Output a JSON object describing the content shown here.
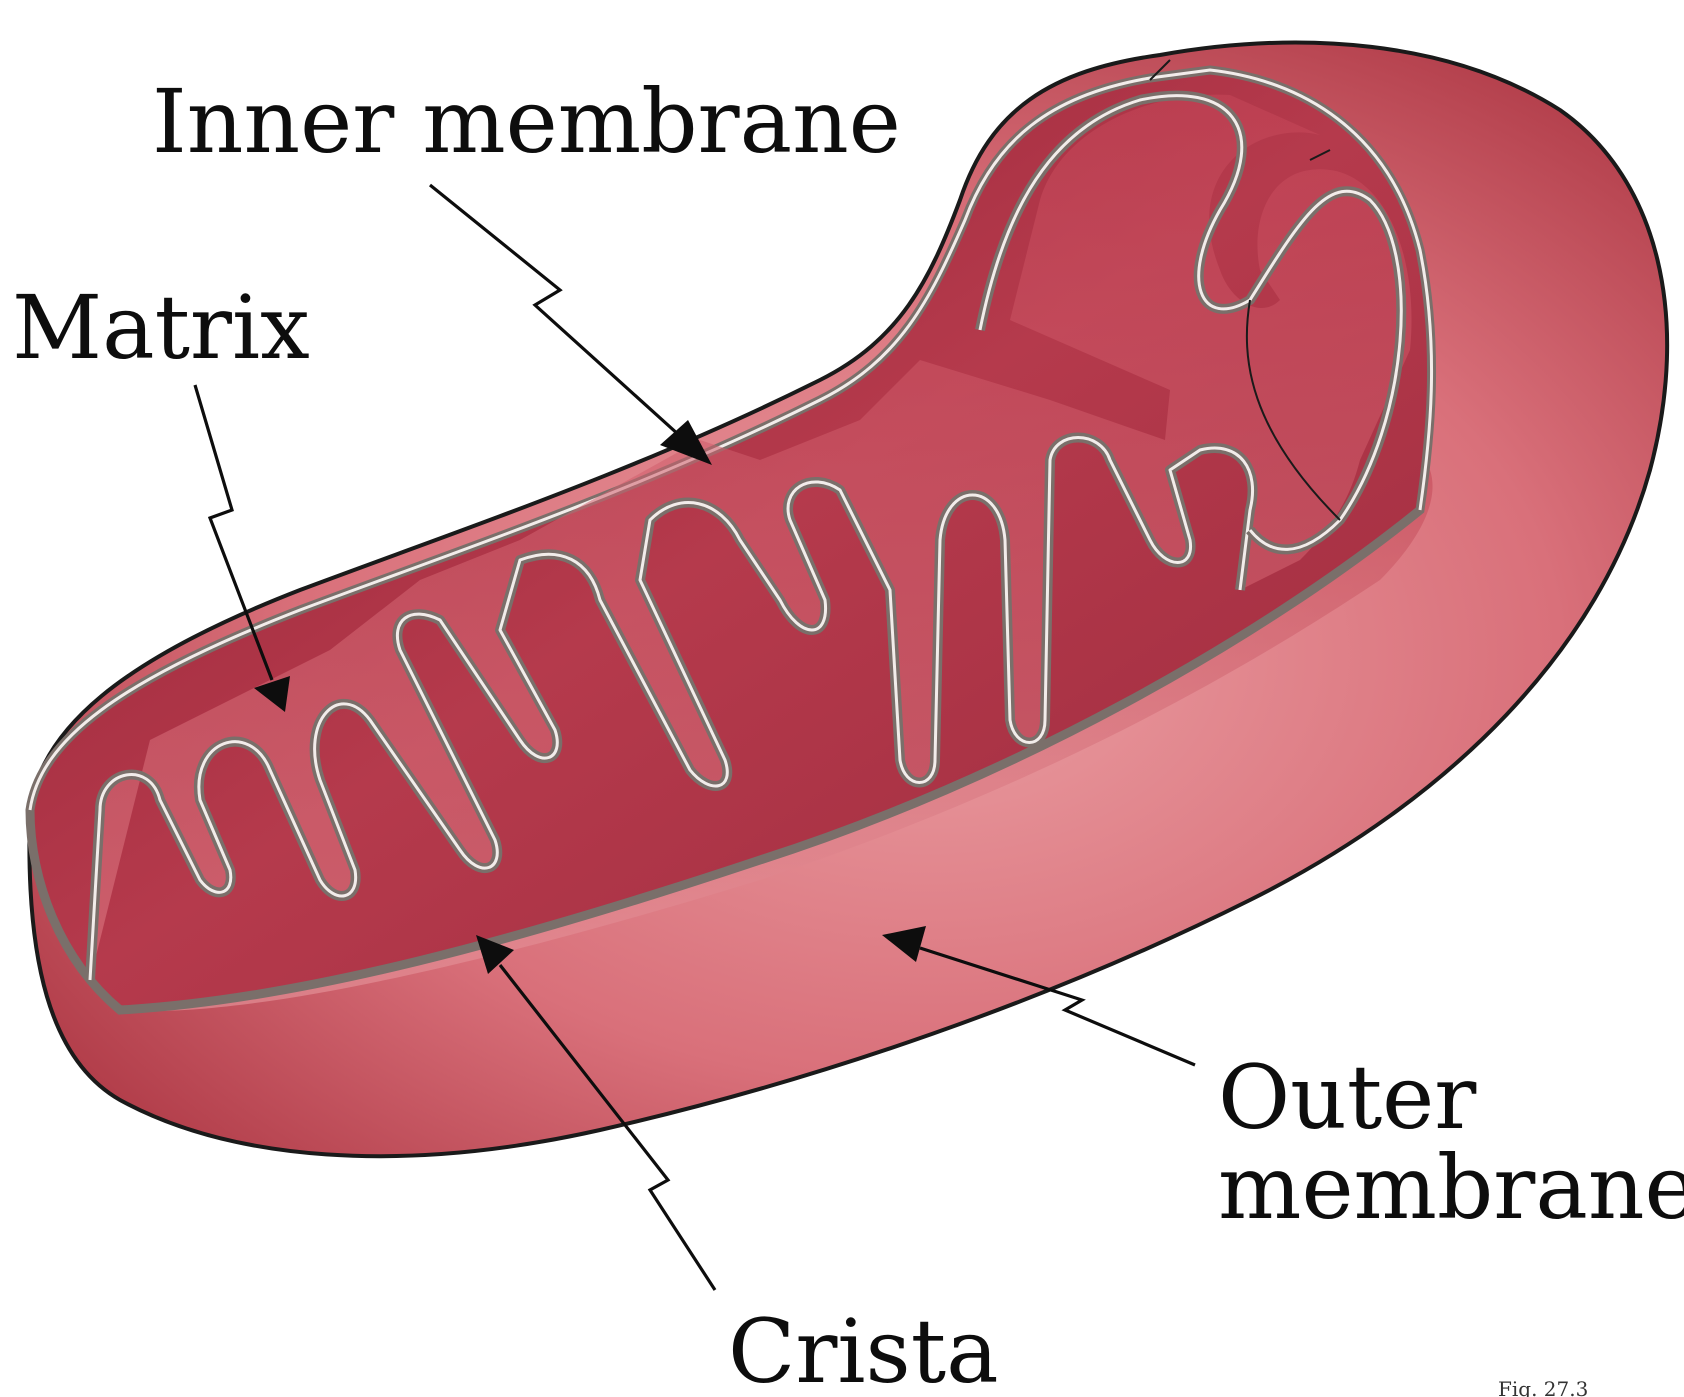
{
  "labels": {
    "inner_membrane": "Inner membrane",
    "matrix": "Matrix",
    "outer_membrane_line1": "Outer",
    "outer_membrane_line2": "membrane",
    "crista": "Crista",
    "figure_number": "Fig. 27.3"
  },
  "colors": {
    "body_light": "#e58d92",
    "body_mid": "#cf5560",
    "body_dark": "#8f1f33",
    "interior": "#b8364a",
    "crista_fill": "#d35a67",
    "membrane_line": "#7a6f6a",
    "membrane_core": "#f2ecea",
    "text": "#0d0d0d"
  }
}
